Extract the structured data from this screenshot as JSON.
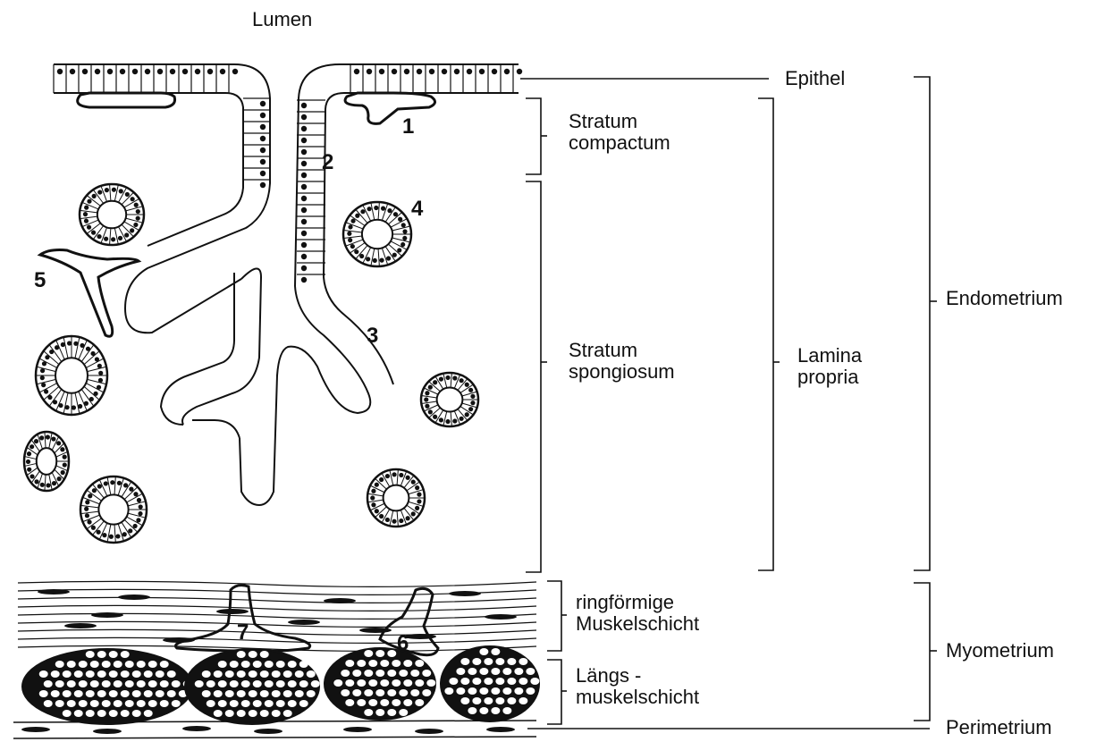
{
  "title": "Lumen",
  "layer_labels": {
    "epithel": "Epithel",
    "stratum_compactum": "Stratum\ncompactum",
    "stratum_spongiosum": "Stratum\nspongiosum",
    "lamina_propria": "Lamina\npropria",
    "endometrium": "Endometrium",
    "ringfoermige": "ringförmige\nMuskelschicht",
    "laengs": "Längs -\nmuskelschicht",
    "myometrium": "Myometrium",
    "perimetrium": "Perimetrium"
  },
  "numbers": [
    "1",
    "2",
    "3",
    "4",
    "5",
    "6",
    "7"
  ],
  "ink_color": "#111111"
}
